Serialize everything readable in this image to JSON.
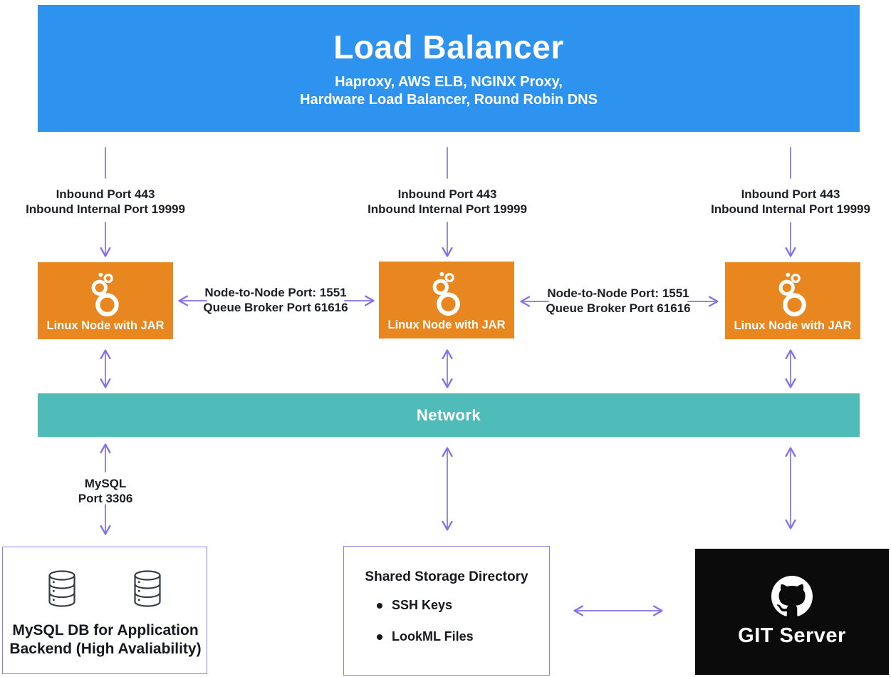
{
  "colors": {
    "blue": "#2e93ee",
    "orange": "#e8871f",
    "teal": "#4fbcba",
    "purple": "#8273ec",
    "purple-border": "#8b80ee",
    "black": "#0b0b0b"
  },
  "load_balancer": {
    "title": "Load Balancer",
    "subtitle_line1": "Haproxy, AWS ELB, NGINX Proxy,",
    "subtitle_line2": "Hardware Load Balancer, Round Robin DNS"
  },
  "inbound_labels": [
    {
      "line1": "Inbound Port 443",
      "line2": "Inbound Internal Port 19999"
    },
    {
      "line1": "Inbound Port 443",
      "line2": "Inbound Internal Port 19999"
    },
    {
      "line1": "Inbound Port 443",
      "line2": "Inbound Internal Port 19999"
    }
  ],
  "nodes": [
    {
      "label": "Linux Node with JAR"
    },
    {
      "label": "Linux Node with JAR"
    },
    {
      "label": "Linux Node with JAR"
    }
  ],
  "node_links": [
    {
      "line1": "Node-to-Node Port: 1551",
      "line2": "Queue Broker Port 61616"
    },
    {
      "line1": "Node-to-Node Port: 1551",
      "line2": "Queue Broker Port 61616"
    }
  ],
  "network": {
    "label": "Network"
  },
  "mysql_link": {
    "line1": "MySQL",
    "line2": "Port 3306"
  },
  "mysql_db": {
    "caption_line1": "MySQL DB for Application",
    "caption_line2": "Backend (High Avaliability)"
  },
  "shared_storage": {
    "title": "Shared Storage Directory",
    "items": [
      "SSH Keys",
      "LookML Files"
    ]
  },
  "git_server": {
    "label": "GIT Server"
  },
  "icons": {
    "node_icon": "cluster-bubbles-icon",
    "db_icon": "database-cylinder-icon",
    "git_icon": "github-octocat-icon"
  }
}
